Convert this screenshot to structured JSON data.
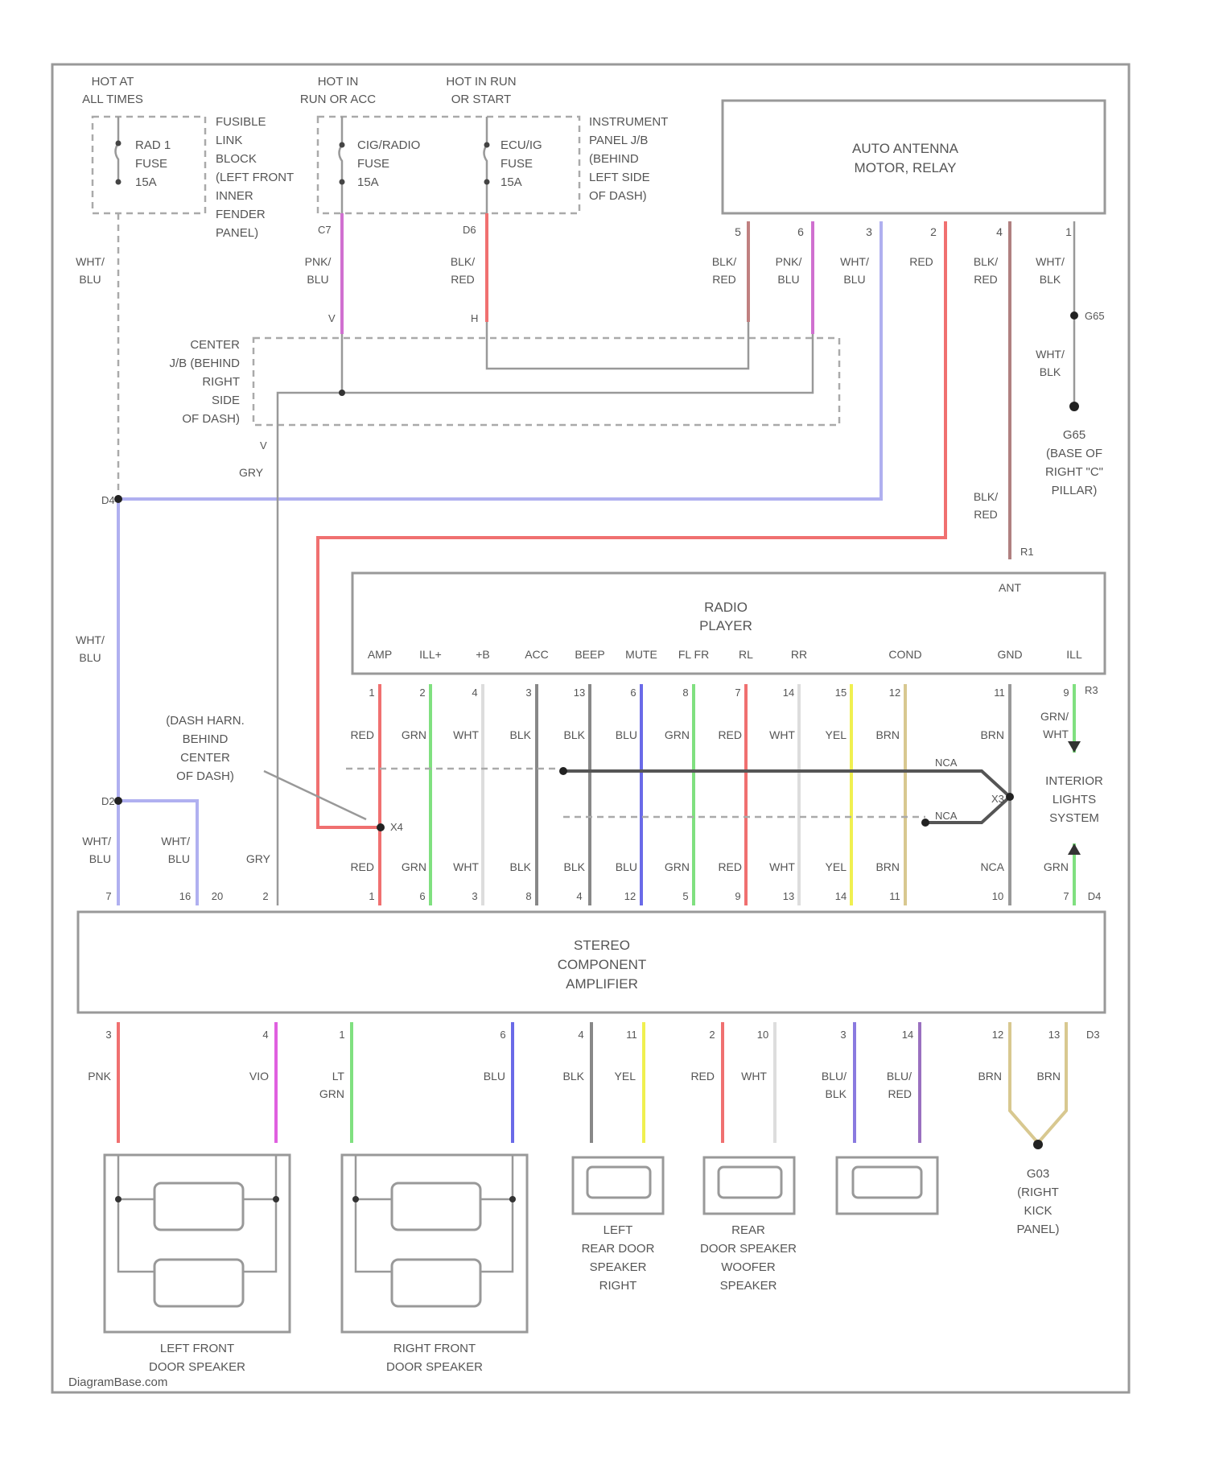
{
  "header": {
    "hot_all_1": "HOT AT",
    "hot_all_2": "ALL TIMES",
    "hot_run_1": "HOT IN",
    "hot_run_2": "RUN OR ACC",
    "hot_start_1": "HOT IN RUN",
    "hot_start_2": "OR START"
  },
  "fuses": {
    "f1": [
      "RAD 1",
      "FUSE",
      "15A"
    ],
    "f2": [
      "CIG/RADIO",
      "FUSE",
      "15A"
    ],
    "f3": [
      "ECU/IG",
      "FUSE",
      "15A"
    ],
    "fusible_link_label": [
      "FUSIBLE",
      "LINK",
      "BLOCK",
      "(LEFT FRONT",
      "INNER",
      "FENDER",
      "PANEL)"
    ],
    "ip_jb_label": [
      "INSTRUMENT",
      "PANEL J/B",
      "(BEHIND",
      "LEFT SIDE",
      "OF DASH)"
    ]
  },
  "components": {
    "auto_antenna": [
      "AUTO ANTENNA",
      "MOTOR, RELAY"
    ],
    "radio": [
      "RADIO",
      "PLAYER"
    ],
    "amplifier": [
      "STEREO",
      "COMPONENT",
      "AMPLIFIER"
    ],
    "center_jb": [
      "CENTER",
      "J/B (BEHIND",
      "RIGHT",
      "SIDE",
      "OF DASH)"
    ],
    "dash_harness": [
      "(DASH HARN.",
      "BEHIND",
      "CENTER",
      "OF DASH)"
    ],
    "ground_g65": [
      "G65",
      "(BASE OF",
      "RIGHT \"C\"",
      "PILLAR)"
    ],
    "interior_lights": [
      "INTERIOR",
      "LIGHTS",
      "SYSTEM"
    ],
    "ground_g03": [
      "G03",
      "(RIGHT",
      "KICK",
      "PANEL)"
    ],
    "left_front_spk": [
      "LEFT FRONT",
      "DOOR SPEAKER"
    ],
    "right_front_spk": [
      "RIGHT FRONT",
      "DOOR SPEAKER"
    ],
    "left_rear_spk": [
      "LEFT",
      "REAR DOOR",
      "SPEAKER",
      "RIGHT"
    ],
    "rear_woofer": [
      "REAR",
      "DOOR SPEAKER",
      "WOOFER",
      "SPEAKER"
    ],
    "watermark": "DiagramBase.com"
  },
  "radio_pins": [
    "AMP",
    "ILL+",
    "+B",
    "ACC",
    "BEEP",
    "MUTE",
    "FL FR",
    "RL",
    "RR",
    "COND",
    "GND",
    "ILL"
  ],
  "radio_ant": "ANT",
  "radio_connectors": [
    "R1",
    "R3"
  ],
  "relay_pins": [
    "5",
    "6",
    "3",
    "2",
    "4",
    "1"
  ],
  "relay_wires": [
    [
      "BLK/",
      "RED"
    ],
    [
      "PNK/",
      "BLU"
    ],
    [
      "WHT/",
      "BLU"
    ],
    [
      "RED"
    ],
    [
      "BLK/",
      "RED"
    ],
    [
      "WHT/",
      "BLK"
    ]
  ],
  "radio_top_pins": [
    "1",
    "2",
    "4",
    "3",
    "13",
    "6",
    "8",
    "7",
    "14",
    "15",
    "12",
    "11",
    "9"
  ],
  "radio_top_wires": [
    "RED",
    "GRN",
    "WHT",
    "BLK",
    "BLK",
    "BLU",
    "GRN",
    "RED",
    "WHT",
    "YEL",
    "BRN",
    "BRN",
    "GRN/",
    "WHT"
  ],
  "amp_top_pins": [
    "7",
    "16",
    "20",
    "2",
    "1",
    "6",
    "3",
    "8",
    "4",
    "12",
    "5",
    "9",
    "13",
    "14",
    "11",
    "10",
    "7",
    "D4"
  ],
  "amp_top_wires": [
    "WHT/",
    "BLU",
    "WHT/",
    "BLU",
    "GRY",
    "RED",
    "GRN",
    "WHT",
    "BLK",
    "BLK",
    "BLU",
    "GRN",
    "RED",
    "WHT",
    "YEL",
    "BRN",
    "NCA",
    "GRN"
  ],
  "amp_bottom_pins": [
    "3",
    "4",
    "1",
    "6",
    "4",
    "11",
    "2",
    "10",
    "3",
    "14",
    "12",
    "13",
    "D3"
  ],
  "amp_bottom_wires": [
    "PNK",
    "VIO",
    "LT",
    "GRN",
    "BLU",
    "BLK",
    "YEL",
    "RED",
    "WHT",
    "BLU/",
    "BLK",
    "BLU/",
    "RED",
    "BRN",
    "BRN"
  ],
  "misc_labels": {
    "c7": "C7",
    "d6": "D6",
    "v": "V",
    "h": "H",
    "j1": "1",
    "gry": "GRY",
    "d4": "D4",
    "d2": "D2",
    "g65": "G65",
    "r1": "R1",
    "x3": "X3",
    "x4": "X4",
    "nca": "NCA",
    "nca2": "NCA",
    "d3": "D3",
    "wht_blk": [
      "WHT/",
      "BLK"
    ],
    "wht_blu": [
      "WHT/",
      "BLU"
    ],
    "blk_red": [
      "BLK/",
      "RED"
    ],
    "spk_1": "1",
    "spk_2": "2",
    "amp_d3": "D3",
    "pin_3": "3",
    "pin_1": "1",
    "pin_2": "2"
  },
  "colors": {
    "red": "#f07070",
    "pink": "#d070d0",
    "violet": "#e060e0",
    "blue": "#6a6ae8",
    "ltblue": "#b0b0f0",
    "green": "#80e080",
    "yellow": "#f0f050",
    "tan": "#d8c890",
    "brown": "#b08080",
    "gray": "#999999",
    "black": "#333333",
    "purple": "#9a70c0"
  }
}
